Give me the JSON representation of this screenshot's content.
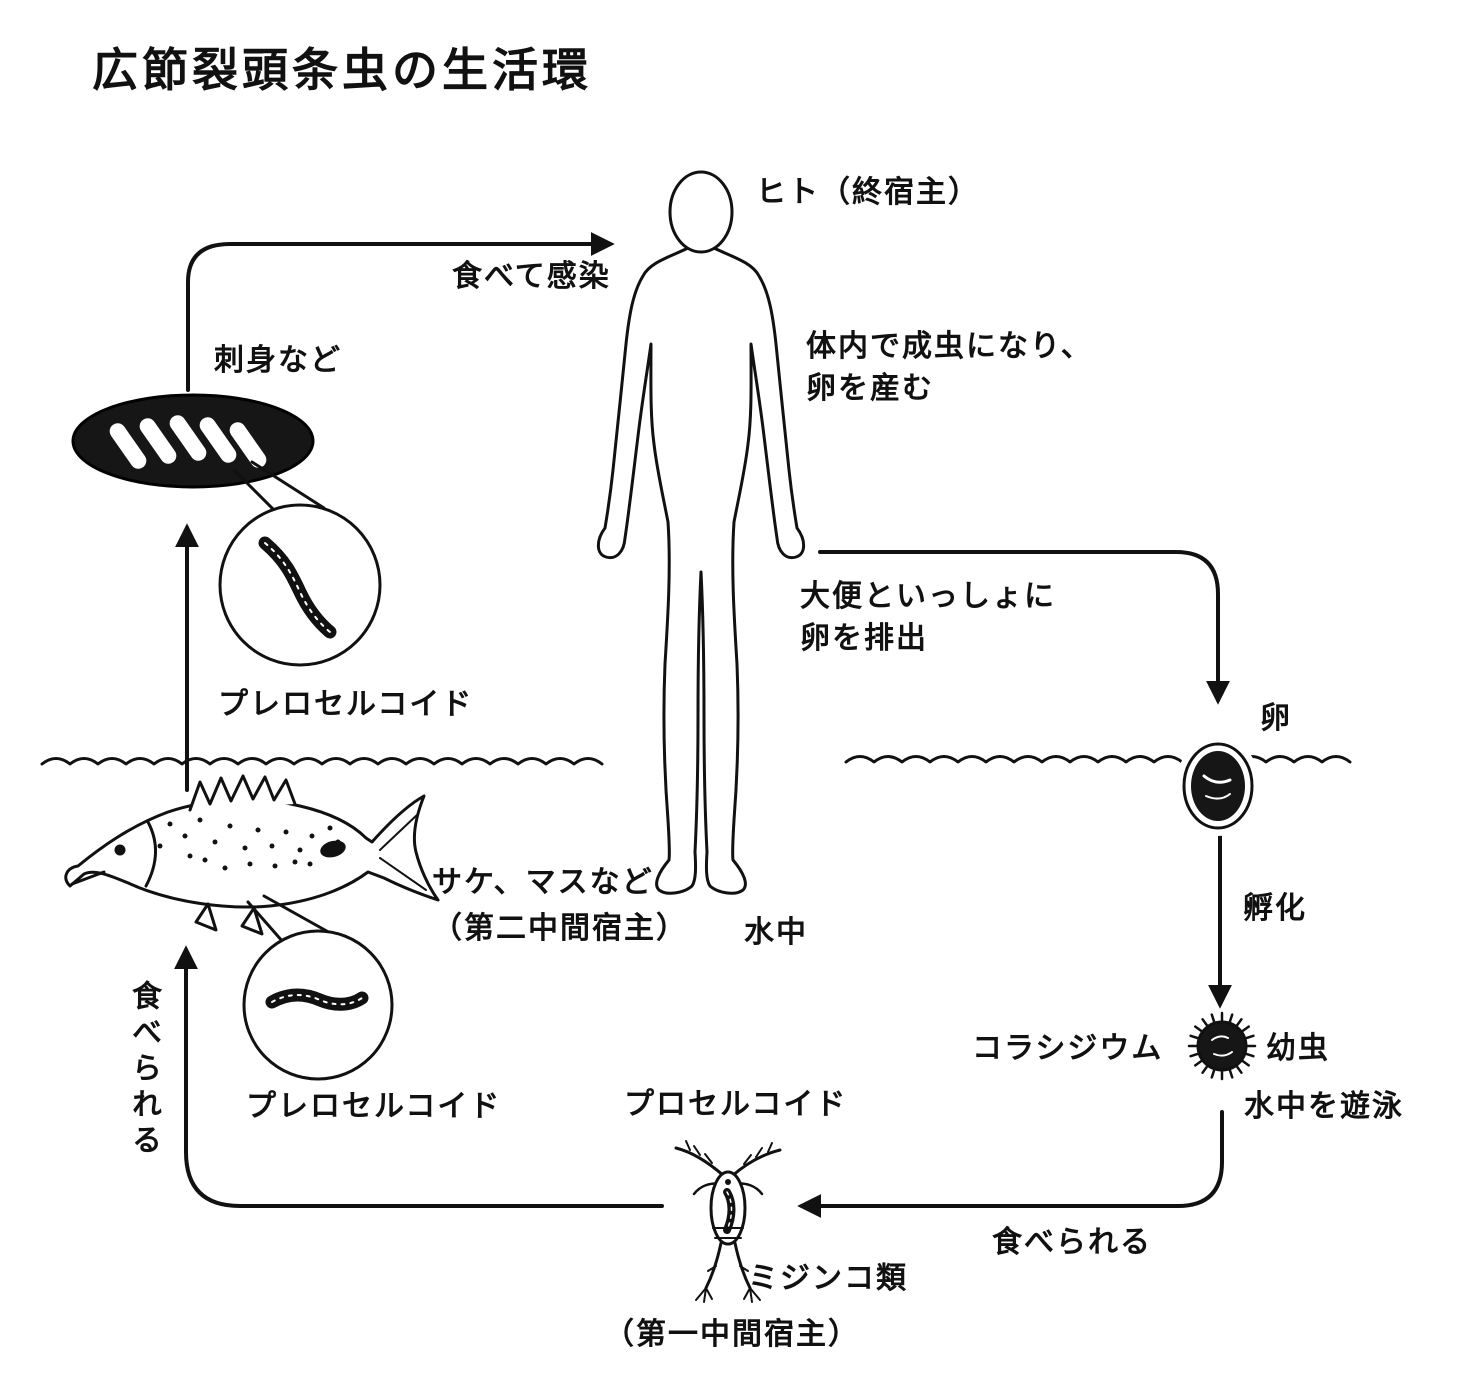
{
  "title": "広節裂頭条虫の生活環",
  "labels": {
    "human_host": "ヒト（終宿主）",
    "eat_infect": "食べて感染",
    "adult_in_body_1": "体内で成虫になり、",
    "adult_in_body_2": "卵を産む",
    "sashimi": "刺身など",
    "plerocercoid_top": "プレロセルコイド",
    "feces_1": "大便といっしょに",
    "feces_2": "卵を排出",
    "egg": "卵",
    "hatch": "孵化",
    "coracidium": "コラシジウム",
    "larva": "幼虫",
    "swim_in_water": "水中を遊泳",
    "fish_1": "サケ、マスなど",
    "fish_2": "（第二中間宿主）",
    "in_water": "水中",
    "plerocercoid_bottom": "プレロセルコイド",
    "procercoid": "プロセルコイド",
    "eaten_left": "食べられる",
    "eaten_right": "食べられる",
    "water_flea": "ミジンコ類",
    "first_host": "（第一中間宿主）"
  },
  "colors": {
    "ink": "#111111",
    "background": "#ffffff"
  }
}
